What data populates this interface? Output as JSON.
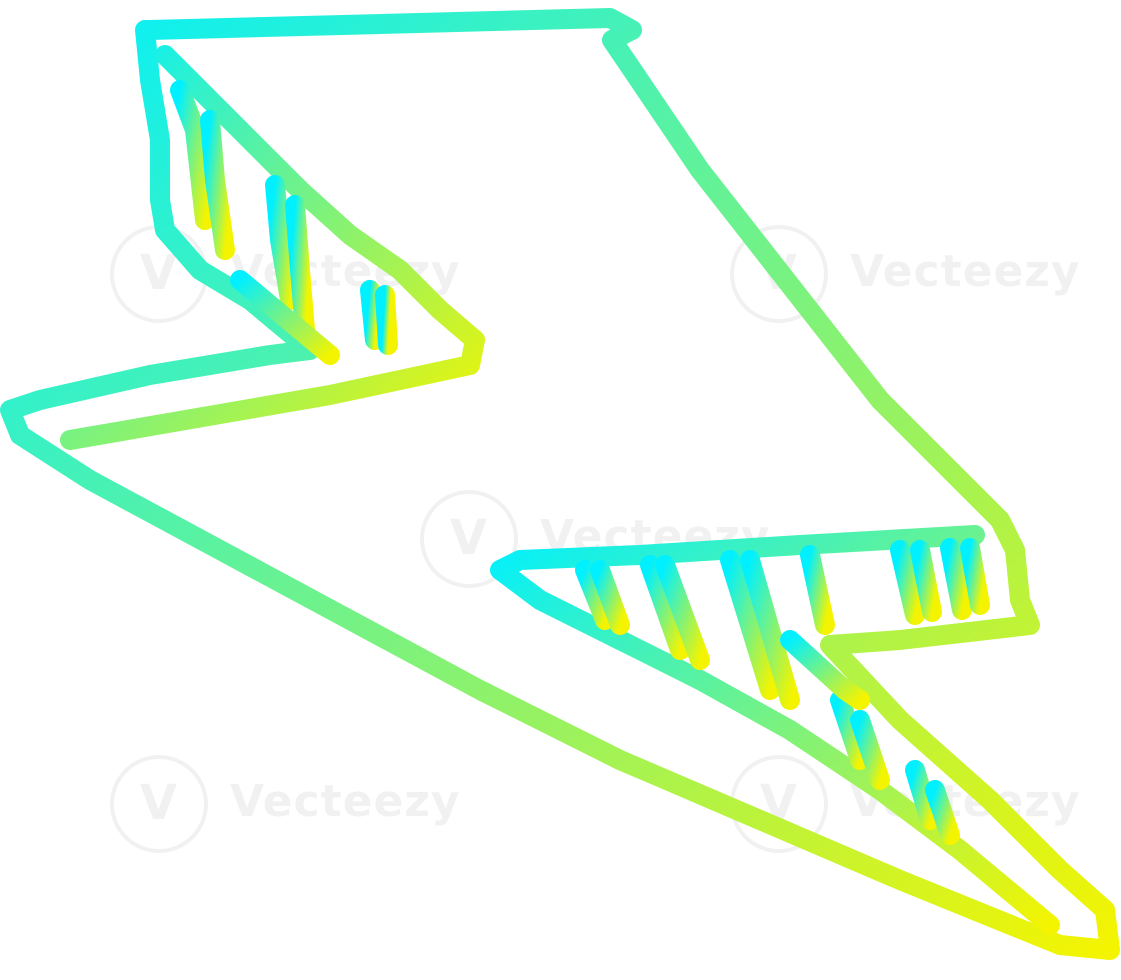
{
  "image": {
    "subject": "lightning-bolt",
    "gradient_start": "#00f0ff",
    "gradient_end": "#f4f400",
    "stroke_color_note": "cyan-to-yellow",
    "background": "#ffffff"
  },
  "watermark": {
    "text": "Vecteezy",
    "badge_glyph": "V"
  }
}
